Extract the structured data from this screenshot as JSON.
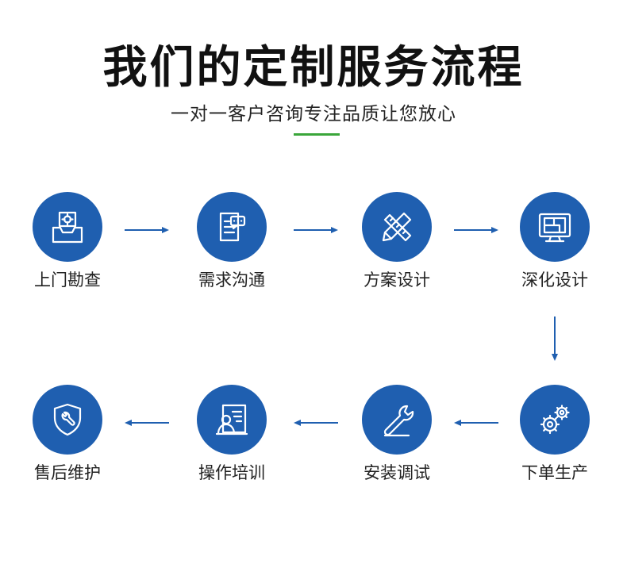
{
  "title": "我们的定制服务流程",
  "subtitle": "一对一客户咨询专注品质让您放心",
  "colors": {
    "circle": "#1f5fb0",
    "arrow": "#1f5fb0",
    "accent_line": "#3aa63a",
    "icon": "#ffffff"
  },
  "steps": [
    {
      "label": "上门勘查",
      "icon": "site-survey-icon"
    },
    {
      "label": "需求沟通",
      "icon": "chat-document-icon"
    },
    {
      "label": "方案设计",
      "icon": "pencil-ruler-icon"
    },
    {
      "label": "深化设计",
      "icon": "blueprint-monitor-icon"
    },
    {
      "label": "下单生产",
      "icon": "gears-icon"
    },
    {
      "label": "安装调试",
      "icon": "wrench-icon"
    },
    {
      "label": "操作培训",
      "icon": "trainer-board-icon"
    },
    {
      "label": "售后维护",
      "icon": "shield-wrench-icon"
    }
  ]
}
